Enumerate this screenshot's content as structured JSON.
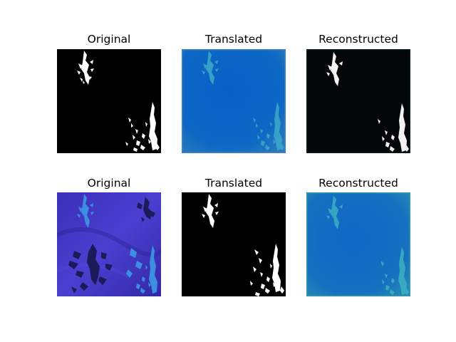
{
  "figure": {
    "rows": [
      {
        "panels": [
          {
            "title": "Original",
            "kind": "mask",
            "bg": "#000000",
            "fg": "#ffffff"
          },
          {
            "title": "Translated",
            "kind": "blue-gen",
            "bg": "#0b63c4",
            "fg": "#3aa6c8"
          },
          {
            "title": "Reconstructed",
            "kind": "mask-recon",
            "bg": "#020607",
            "fg": "#f2f2f2"
          }
        ]
      },
      {
        "panels": [
          {
            "title": "Original",
            "kind": "fabric",
            "bg": "#3a2fb8",
            "fg": "#3b8ee0"
          },
          {
            "title": "Translated",
            "kind": "mask",
            "bg": "#000000",
            "fg": "#ffffff"
          },
          {
            "title": "Reconstructed",
            "kind": "teal-gen",
            "bg": "#1670bf",
            "fg": "#39b2c2"
          }
        ]
      }
    ]
  }
}
